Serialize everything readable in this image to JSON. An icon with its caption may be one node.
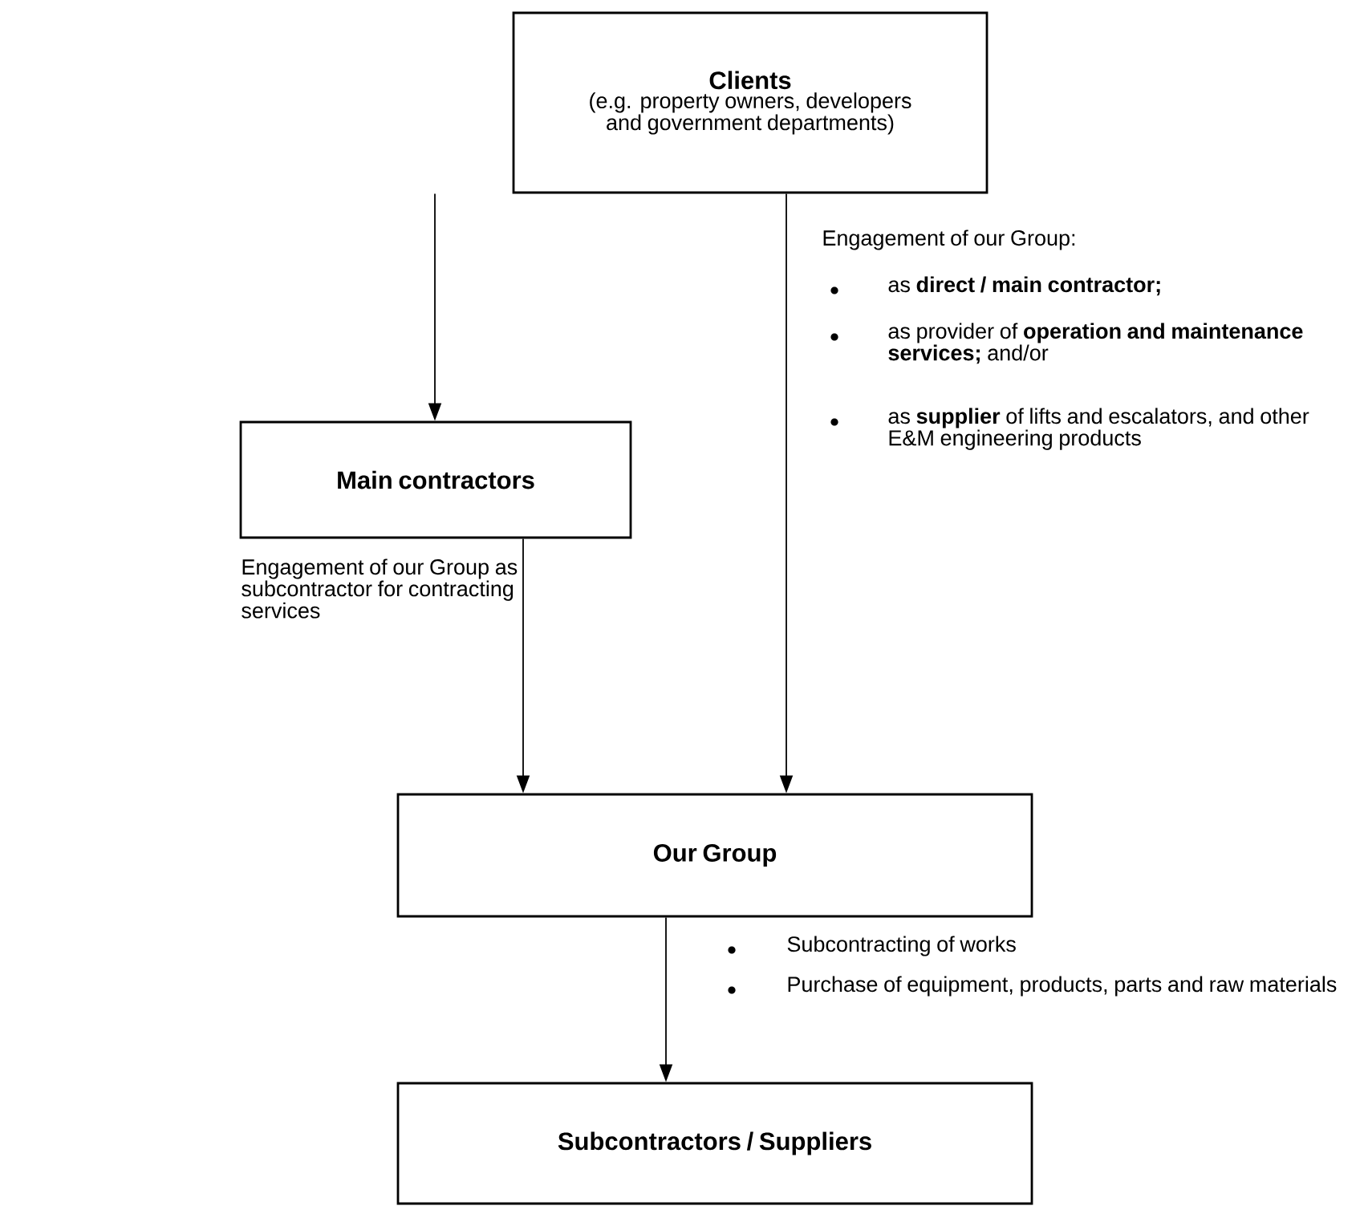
{
  "diagram": {
    "nodes": [
      {
        "text": [
          "Clients",
          "(e.g. property owners, developers and government departments)"
        ]
      },
      {
        "text": [
          "Main contractors"
        ]
      },
      {
        "text": [
          "Our Group"
        ]
      },
      {
        "text": [
          "Subcontractors / Suppliers"
        ]
      }
    ],
    "edges": [
      {
        "from": 0,
        "to": 1,
        "arrow": "to"
      },
      {
        "from": 1,
        "to": 2,
        "arrow": "to",
        "label": "Engagement of our Group as subcontractor for contracting services"
      },
      {
        "from": 0,
        "to": 2,
        "arrow": "to",
        "label": "Engagement of our Group:"
      },
      {
        "from": 2,
        "to": 3,
        "arrow": "to"
      }
    ],
    "labels": [
      "as **direct / main contractor;**",
      "as provider of **operation and maintenance services;** and/or",
      "as **supplier** of lifts and escalators, and other E&M engineering products",
      "Subcontracting of works",
      "Purchase of equipment, products, parts and raw materials"
    ]
  }
}
